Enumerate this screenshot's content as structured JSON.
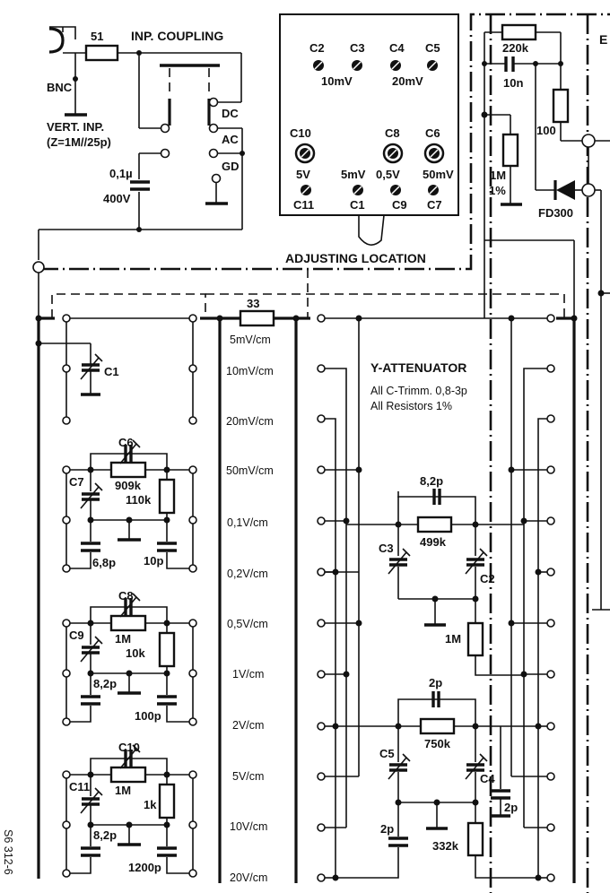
{
  "title": "Y-ATTENUATOR",
  "notes": [
    "All C-Trimm. 0,8-3p",
    "All Resistors 1%"
  ],
  "figure_id": "S6 312-6",
  "input": {
    "connector": "BNC",
    "series_resistor": "51",
    "heading": "INP. COUPLING",
    "vert_inp_line1": "VERT. INP.",
    "vert_inp_line2": "(Z=1M//25p)",
    "coupling_positions": [
      "DC",
      "AC",
      "GD"
    ],
    "coupling_cap_value": "0,1µ",
    "coupling_cap_voltage": "400V"
  },
  "adjusting_location": {
    "label": "ADJUSTING LOCATION",
    "top_row": [
      "C2",
      "C3",
      "C4",
      "C5"
    ],
    "top_ranges": [
      "10mV",
      "20mV"
    ],
    "mid_labels": [
      "C10",
      "C8",
      "C6"
    ],
    "mid_ranges": [
      "5V",
      "5mV",
      "0,5V",
      "50mV"
    ],
    "bottom_row": [
      "C11",
      "C1",
      "C9",
      "C7"
    ]
  },
  "output_stage": {
    "partial_label": "E",
    "r_220k": "220k",
    "c_10n": "10n",
    "r_100": "100",
    "r_1m": "1M",
    "r_1m_tol": "1%",
    "diode": "FD300"
  },
  "series_resistor_33": "33",
  "ranges": [
    "5mV/cm",
    "10mV/cm",
    "20mV/cm",
    "50mV/cm",
    "0,1V/cm",
    "0,2V/cm",
    "0,5V/cm",
    "1V/cm",
    "2V/cm",
    "5V/cm",
    "10V/cm",
    "20V/cm"
  ],
  "left_sections": [
    {
      "trimmer": "C1"
    },
    {
      "trimmer_top": "C6",
      "trimmer_side": "C7",
      "r_series": "909k",
      "r_shunt": "110k",
      "c_left": "6,8p",
      "c_right": "10p"
    },
    {
      "trimmer_top": "C8",
      "trimmer_side": "C9",
      "r_series": "1M",
      "r_shunt": "10k",
      "c_left": "8,2p",
      "c_right": "100p"
    },
    {
      "trimmer_top": "C10",
      "trimmer_side": "C11",
      "r_series": "1M",
      "r_shunt": "1k",
      "c_left": "8,2p",
      "c_right": "1200p"
    }
  ],
  "right_sections": [
    {
      "c_top": "8,2p",
      "r_series": "499k",
      "trimmer_left": "C3",
      "trimmer_right": "C2",
      "r_shunt": "1M"
    },
    {
      "c_top": "2p",
      "r_series": "750k",
      "trimmer_left": "C5",
      "trimmer_right": "C4",
      "c_left": "2p",
      "c_right": "2p",
      "r_shunt": "332k"
    }
  ]
}
